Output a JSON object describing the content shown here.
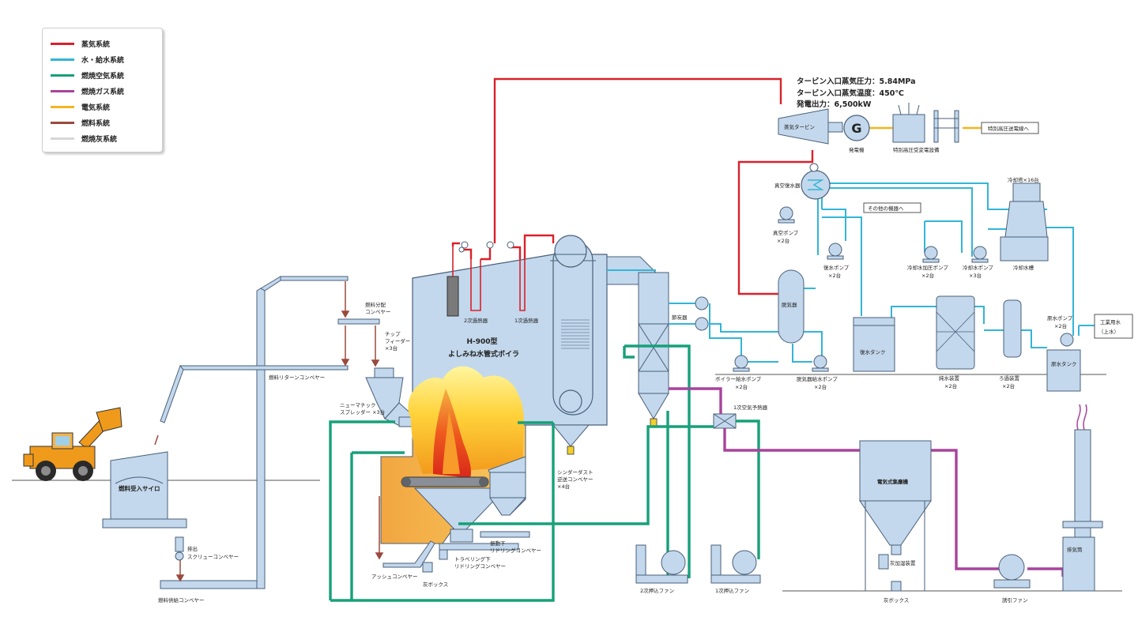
{
  "legend": [
    {
      "label": "蒸気系統",
      "color": "#d9212a"
    },
    {
      "label": "水・給水系統",
      "color": "#33b5d6"
    },
    {
      "label": "燃焼空気系統",
      "color": "#17a07a"
    },
    {
      "label": "燃焼ガス系統",
      "color": "#a7449b"
    },
    {
      "label": "電気系統",
      "color": "#f3b61f"
    },
    {
      "label": "燃料系統",
      "color": "#9a4a3c"
    },
    {
      "label": "燃焼灰系統",
      "color": "#d7d7d7"
    }
  ],
  "specs": {
    "pressure": "タービン入口蒸気圧力：5.84MPa",
    "temperature": "タービン入口蒸気温度：450℃",
    "output": "発電出力：6,500kW"
  },
  "generator_symbol": "G",
  "labels": {
    "steam_turbine": "蒸気タービン",
    "generator": "発電機",
    "substation": "特別高圧受変電設備",
    "transmission": "特別高圧送電線へ",
    "condenser": "真空復水器",
    "vacuum_pump": "真空ポンプ",
    "vacuum_pump_qty": "×2台",
    "condensate_pump": "復水ポンプ",
    "condensate_pump_qty": "×2台",
    "other_equipment": "その他の機器へ",
    "cooling_booster": "冷却水加圧ポンプ",
    "cooling_booster_qty": "×2台",
    "cooling_pump": "冷却水ポンプ",
    "cooling_pump_qty": "×3台",
    "cooling_tower": "冷却塔×16台",
    "cooling_basin": "冷却水槽",
    "deaerator": "脱気器",
    "condensate_tank": "復水タンク",
    "pure_water": "純水装置",
    "pure_water_qty": "×2台",
    "filter": "ろ過装置",
    "filter_qty": "×2台",
    "raw_pump": "原水ポンプ",
    "raw_pump_qty": "×2台",
    "industrial_water_1": "工業用水",
    "industrial_water_2": "（上水）",
    "raw_tank": "原水タンク",
    "boiler_feed": "ボイラー給水ポンプ",
    "boiler_feed_qty": "×2台",
    "deaerator_feed": "脱気器給水ポンプ",
    "deaerator_feed_qty": "×2台",
    "economizer": "節炭器",
    "air_preheater": "1次空気予熱器",
    "sh2": "2次過熱器",
    "sh1": "1次過熱器",
    "boiler_model": "H-900型",
    "boiler_name": "よしみね水管式ボイラ",
    "dist_conveyor_1": "燃料分配",
    "dist_conveyor_2": "コンベヤー",
    "chip_feeder_1": "チップ",
    "chip_feeder_2": "フィーダー",
    "chip_feeder_3": "×3台",
    "return_conveyor": "燃料リターンコンベヤー",
    "spreader_1": "ニューマチック",
    "spreader_2": "スプレッダー ×3台",
    "cinder_1": "シンダーダスト",
    "cinder_2": "逆送コンベヤー",
    "cinder_3": "×4台",
    "vib_conveyor_1": "振動下",
    "vib_conveyor_2": "リドリングコンベヤー",
    "trav_conveyor_1": "トラベリング下",
    "trav_conveyor_2": "リドリングコンベヤー",
    "ash_conveyor": "アッシュコンベヤー",
    "ash_box": "灰ボックス",
    "silo": "燃料受入サイロ",
    "screw_1": "排出",
    "screw_2": "スクリューコンベヤー",
    "supply_conveyor": "燃料供給コンベヤー",
    "fan_2nd": "2次押込ファン",
    "fan_1st": "1次押込ファン",
    "esp": "電気式集塵機",
    "ash_humidifier": "灰加湿装置",
    "ash_box_2": "灰ボックス",
    "id_fan": "誘引ファン",
    "stack": "排気筒"
  }
}
